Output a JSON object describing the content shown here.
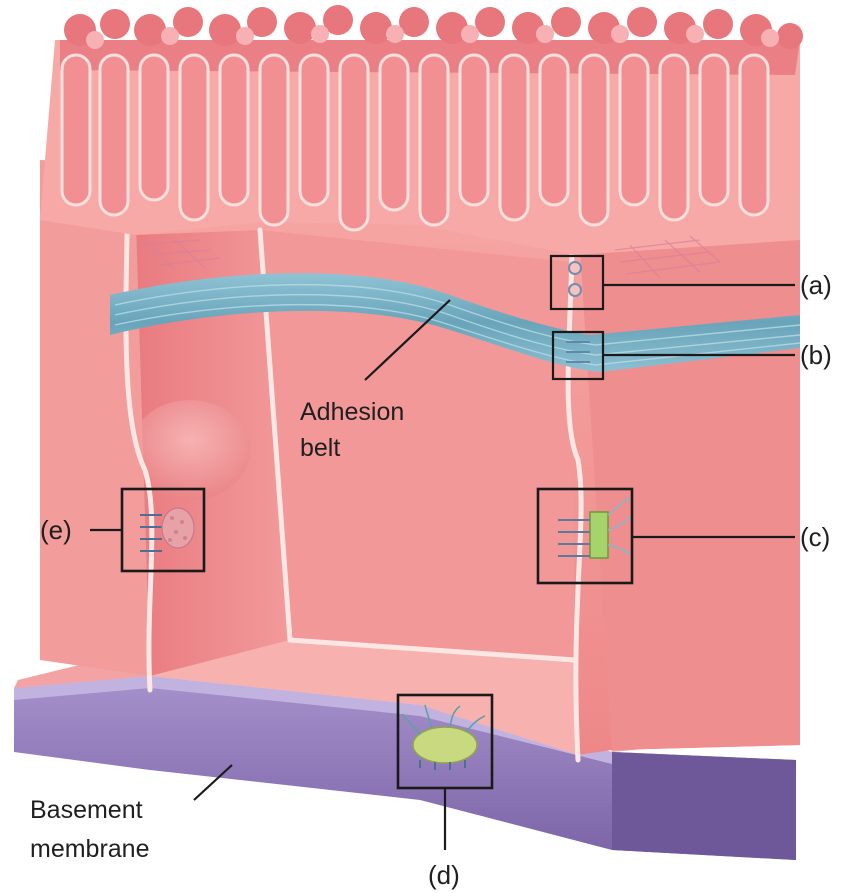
{
  "diagram": {
    "labels": {
      "a": "(a)",
      "b": "(b)",
      "c": "(c)",
      "d": "(d)",
      "e": "(e)",
      "adhesion_belt_line1": "Adhesion",
      "adhesion_belt_line2": "belt",
      "basement_line1": "Basement",
      "basement_line2": "membrane"
    },
    "colors": {
      "cell_body": "#f08c8c",
      "cell_light": "#f5a7a7",
      "cell_shadow": "#d96f75",
      "microvilli": "#f3a0a2",
      "membrane_edge": "#fbe1df",
      "adhesion_belt": "#6fa9bd",
      "basement_membrane": "#8f78b8",
      "basement_light": "#b7a3d6"
    }
  }
}
